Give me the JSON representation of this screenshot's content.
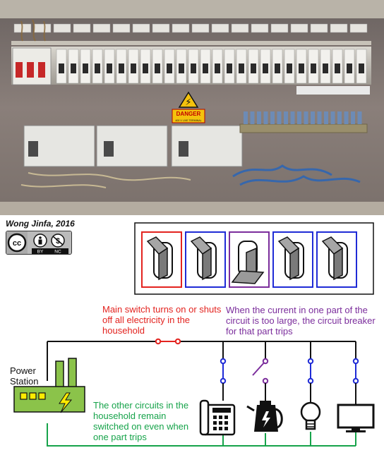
{
  "photo": {
    "danger_sign": {
      "title": "DANGER",
      "subtitle": "400 V LIVE TERMINAL"
    }
  },
  "credit": "Wong Jinfa, 2016",
  "license": {
    "cc": "cc",
    "by": "BY",
    "nc": "NC"
  },
  "annotations": {
    "main_switch": "Main switch turns on or shuts off all electricity in the household",
    "breaker_trips": "When the current in one part of the circuit is too large, the circuit breaker for that part trips",
    "other_circuits": "The other circuits in the household remain switched on even when one part trips"
  },
  "power_station_label": "Power Station",
  "colors": {
    "main": "#e3231f",
    "breaker": "#7b2d9c",
    "on_circuit": "#1f2bd6",
    "neutral": "#16a34a",
    "wire": "#111111",
    "station": "#8bc34a"
  },
  "switch_panel": [
    {
      "state": "main-on",
      "frame": "red"
    },
    {
      "state": "on",
      "frame": "blue"
    },
    {
      "state": "tripped",
      "frame": "purple"
    },
    {
      "state": "on",
      "frame": "blue"
    },
    {
      "state": "on",
      "frame": "blue"
    }
  ],
  "appliances": [
    "telephone-icon",
    "kettle-icon",
    "light-bulb-icon",
    "monitor-icon"
  ]
}
